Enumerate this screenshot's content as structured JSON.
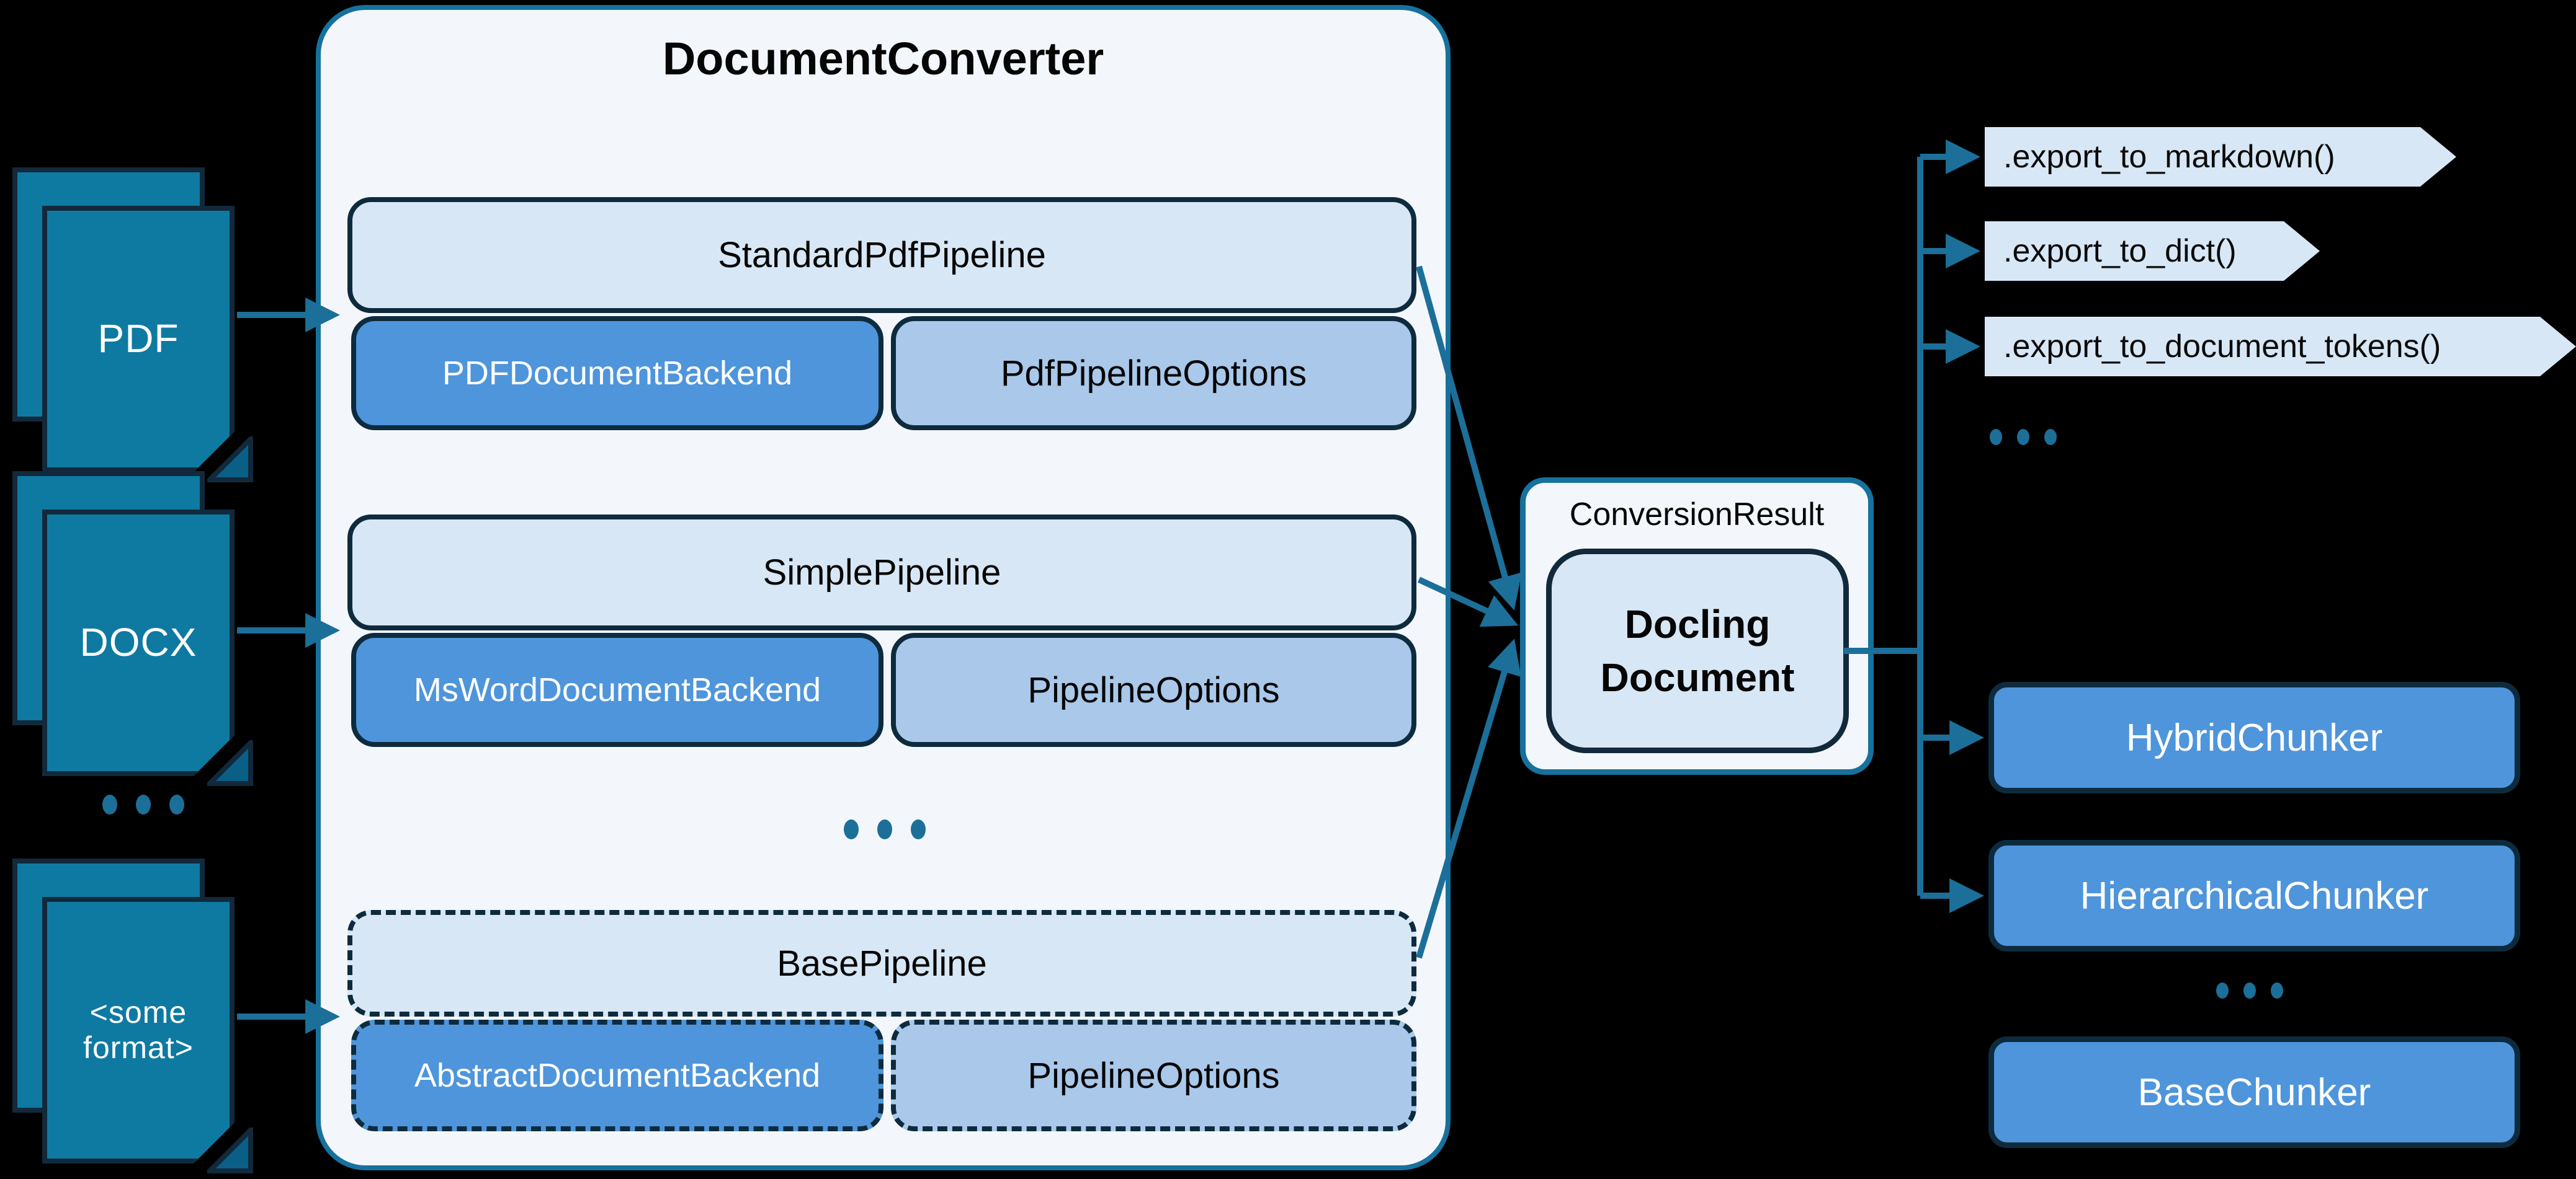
{
  "colors": {
    "background": "#000000",
    "document_fill": "#0e7aa2",
    "outline_navy": "#0e2b3e",
    "arrow_teal": "#1c6f99",
    "panel_bg": "#f3f7fc",
    "panel_border": "#16719c",
    "pipeline_bg": "#d8e7f5",
    "backend_bg": "#4e95db",
    "options_bg": "#a9c8ea"
  },
  "inputs": {
    "pdf_label": "PDF",
    "docx_label": "DOCX",
    "other_label_line1": "<some",
    "other_label_line2": "format>",
    "ellipsis": "..."
  },
  "converter": {
    "title": "DocumentConverter",
    "ellipsis": "...",
    "rows": [
      {
        "pipeline": "StandardPdfPipeline",
        "backend": "PDFDocumentBackend",
        "options": "PdfPipelineOptions"
      },
      {
        "pipeline": "SimplePipeline",
        "backend": "MsWordDocumentBackend",
        "options": "PipelineOptions"
      },
      {
        "pipeline": "BasePipeline",
        "backend": "AbstractDocumentBackend",
        "options": "PipelineOptions"
      }
    ]
  },
  "result": {
    "wrapper_label": "ConversionResult",
    "document_line1": "Docling",
    "document_line2": "Document"
  },
  "exports": {
    "items": [
      ".export_to_markdown()",
      ".export_to_dict()",
      ".export_to_document_tokens()"
    ],
    "ellipsis": "..."
  },
  "chunkers": {
    "hybrid": "HybridChunker",
    "hierarchical": "HierarchicalChunker",
    "ellipsis": "...",
    "base": "BaseChunker"
  }
}
